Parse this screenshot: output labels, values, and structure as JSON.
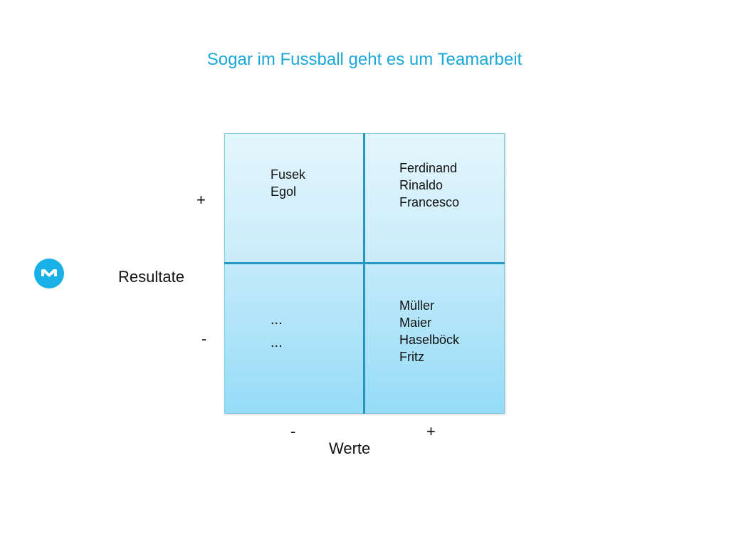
{
  "slide": {
    "title": "Sogar im Fussball geht es um Teamarbeit"
  },
  "colors": {
    "title": "#1aa7d6",
    "logo": "#17b1e6",
    "divider": "#2b95c2",
    "cell_top": "#d6f1fc",
    "cell_bottom": "#a9e2f9"
  },
  "matrix": {
    "y_axis": {
      "title": "Resultate",
      "plus": "+",
      "minus": "-"
    },
    "x_axis": {
      "title": "Werte",
      "minus": "-",
      "plus": "+"
    },
    "quadrants": {
      "top_left": [
        "Fusek",
        "Egol"
      ],
      "top_right": [
        "Ferdinand",
        "Rinaldo",
        "Francesco"
      ],
      "bottom_left": [
        "...",
        "..."
      ],
      "bottom_right": [
        "Müller",
        "Maier",
        "Haselböck",
        "Fritz"
      ]
    }
  }
}
